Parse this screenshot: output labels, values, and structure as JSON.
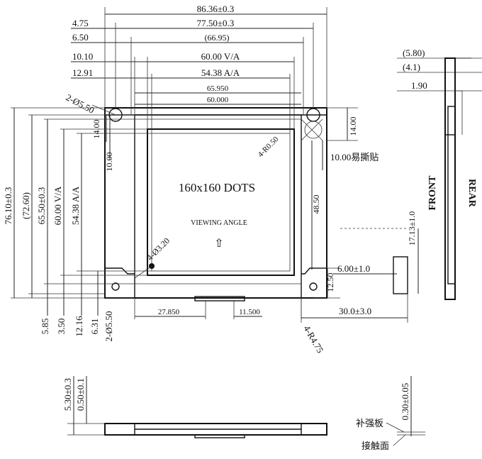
{
  "top_dims": {
    "overall": "86.36±0.3",
    "w77": "77.50±0.3",
    "w66": "(66.95)",
    "va_w": "60.00 V/A",
    "aa_w": "54.38 A/A",
    "w65950": "65.950",
    "w60000": "60.000",
    "off475": "4.75",
    "off650": "6.50",
    "off1010": "10.10",
    "off1291": "12.91",
    "hole_top": "2-Ø5.50"
  },
  "left_dims": {
    "h7610": "76.10±0.3",
    "h7260": "(72.60)",
    "h6550": "65.50±0.3",
    "va_h": "60.00 V/A",
    "aa_h": "54.38 A/A",
    "v1400": "14.00",
    "v1000": "10.00",
    "b585": "5.85",
    "b350": "3.50",
    "b1216": "12.16",
    "b631": "6.31",
    "hole_bottom": "2-Ø5.50"
  },
  "right_dims": {
    "v1400": "14.00",
    "tear": "10.00易撕贴",
    "corner_r": "4-R0.50",
    "h4850": "48.50",
    "h1250": "12.50",
    "tab_w": "6.00±1.0",
    "tab_len": "30.0±3.0",
    "r475": "4-R4.75"
  },
  "display": {
    "dots": "160x160 DOTS",
    "viewing": "VIEWING ANGLE",
    "arrow": "⇧",
    "mark_hole": "4-Ø3.20"
  },
  "bottom_dims": {
    "d27850": "27.850",
    "d11500": "11.500"
  },
  "side_view": {
    "d580": "(5.80)",
    "d41": "(4.1)",
    "d190": "1.90",
    "front": "FRONT",
    "rear": "REAR",
    "d1713": "17.13±1.0"
  },
  "bottom_view": {
    "t530": "5.30±0.3",
    "t050": "0.50±0.1",
    "t030": "0.30±0.05",
    "stiffener": "补强板",
    "contact": "接触面"
  }
}
